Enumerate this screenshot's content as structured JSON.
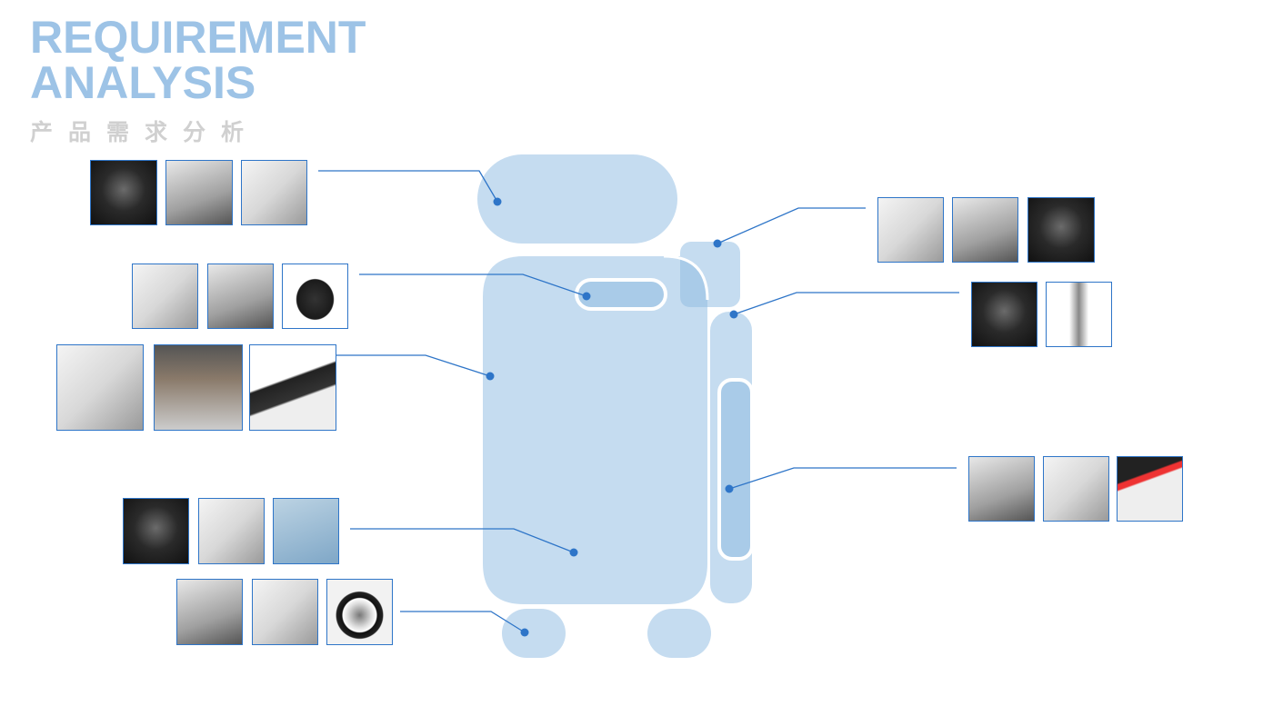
{
  "header": {
    "title_line1": "REQUIREMENT",
    "title_line2": "ANALYSIS",
    "subtitle": "产品需求分析"
  },
  "colors": {
    "title": "#9dc3e6",
    "subtitle": "#d0d0d0",
    "robot_fill": "#c5dcf0",
    "robot_accent": "#a9cbe8",
    "connector": "#2e75c8"
  }
}
